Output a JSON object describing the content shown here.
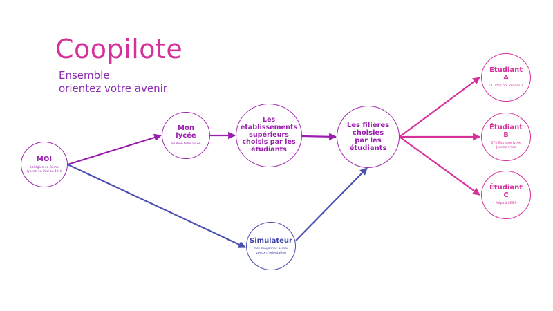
{
  "title": "Coopilote",
  "subtitle": [
    "Ensemble",
    "orientez votre avenir"
  ],
  "colors": {
    "pink": "#d6309a",
    "violet": "#a126b0",
    "blue": "#4a4fae"
  },
  "nodes": {
    "moi": {
      "label": "MOI",
      "sub": "collégien en 3ème lycéen en 2nd ou 1ère"
    },
    "lycee": {
      "label": "Mon lycée",
      "sub": "ou mon futur lycée"
    },
    "etablissements": {
      "label": "Les établissements supérieurs choisis par les étudiants"
    },
    "filieres": {
      "label": "Les filières choisies par les étudiants"
    },
    "simulateur": {
      "label": "Simulateur",
      "sub": "mes moyennes + mes voeux d'orientation"
    },
    "etudiant_a": {
      "label": "Étudiant A",
      "sub": "L1 Info Com Rennes 2"
    },
    "etudiant_b": {
      "label": "Étudiant B",
      "sub": "BTS Tourisme lycée Jeanne d'Arc"
    },
    "etudiant_c": {
      "label": "Étudiant C",
      "sub": "Prépa à l'ESIR"
    }
  }
}
